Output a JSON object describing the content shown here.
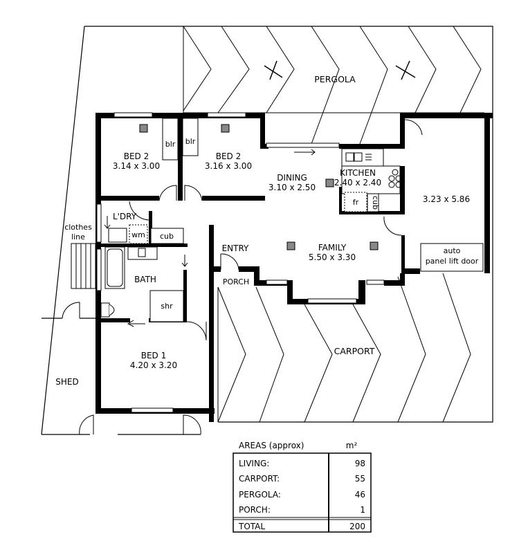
{
  "plan": {
    "pergola": "PERGOLA",
    "carport": "CARPORT",
    "shed": "SHED",
    "clothes_line": [
      "clothes",
      "line"
    ],
    "rooms": {
      "bed2a": {
        "name": "BED 2",
        "size": "3.14 x 3.00"
      },
      "bed2b": {
        "name": "BED 2",
        "size": "3.16 x 3.00"
      },
      "dining": {
        "name": "DINING",
        "size": "3.10 x 2.50"
      },
      "kitchen": {
        "name": "KITCHEN",
        "size": "2.40 x 2.40"
      },
      "garage": {
        "size": "3.23 x 5.86"
      },
      "family": {
        "name": "FAMILY",
        "size": "5.50 x 3.30"
      },
      "bed1": {
        "name": "BED 1",
        "size": "4.20 x 3.20"
      },
      "laundry": "L'DRY",
      "bath": "BATH",
      "entry": "ENTRY",
      "porch": "PORCH"
    },
    "fixtures": {
      "blr1": "blr",
      "blr2": "blr",
      "wm": "wm",
      "cub_ldry": "cub",
      "shr": "shr",
      "fr": "fr",
      "cub_kitchen": "cub",
      "garage_door": [
        "auto",
        "panel lift door"
      ]
    }
  },
  "areas": {
    "title": "AREAS (approx)",
    "unit": "m²",
    "rows": [
      {
        "label": "LIVING:",
        "value": "98"
      },
      {
        "label": "CARPORT:",
        "value": "55"
      },
      {
        "label": "PERGOLA:",
        "value": "46"
      },
      {
        "label": "PORCH:",
        "value": "1"
      }
    ],
    "total": {
      "label": "TOTAL",
      "value": "200"
    }
  }
}
